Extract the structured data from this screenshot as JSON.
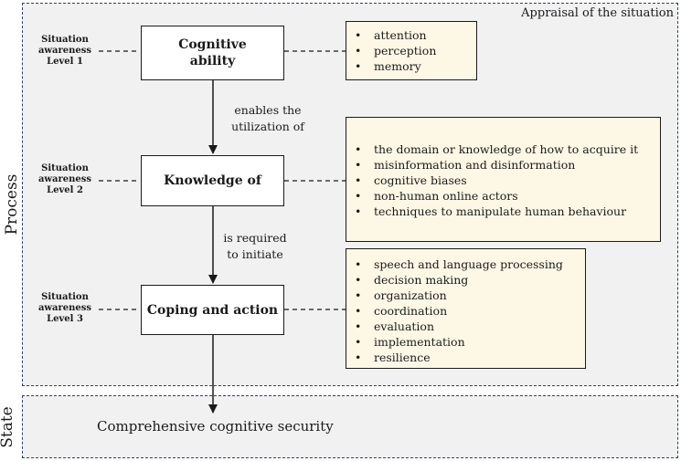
{
  "process_panel": {
    "side_label": "Process",
    "corner_label": "Appraisal of the situation"
  },
  "state_panel": {
    "side_label": "State",
    "text": "Comprehensive cognitive security"
  },
  "stages": [
    {
      "level_label": [
        "Situation",
        "awareness",
        "Level 1"
      ],
      "box_label": [
        "Cognitive",
        "ability"
      ],
      "items": [
        "attention",
        "perception",
        "memory"
      ]
    },
    {
      "level_label": [
        "Situation",
        "awareness",
        "Level 2"
      ],
      "box_label": [
        "Knowledge of"
      ],
      "items": [
        "the domain or knowledge of how to acquire it",
        "misinformation and disinformation",
        "cognitive biases",
        "non-human online actors",
        "techniques to manipulate human behaviour"
      ]
    },
    {
      "level_label": [
        "Situation",
        "awareness",
        "Level 3"
      ],
      "box_label": [
        "Coping and action"
      ],
      "items": [
        "speech and language processing",
        "decision making",
        "organization",
        "coordination",
        "evaluation",
        "implementation",
        "resilience"
      ]
    }
  ],
  "connectors": [
    [
      "enables the",
      "utilization of"
    ],
    [
      "is required",
      "to initiate"
    ]
  ]
}
